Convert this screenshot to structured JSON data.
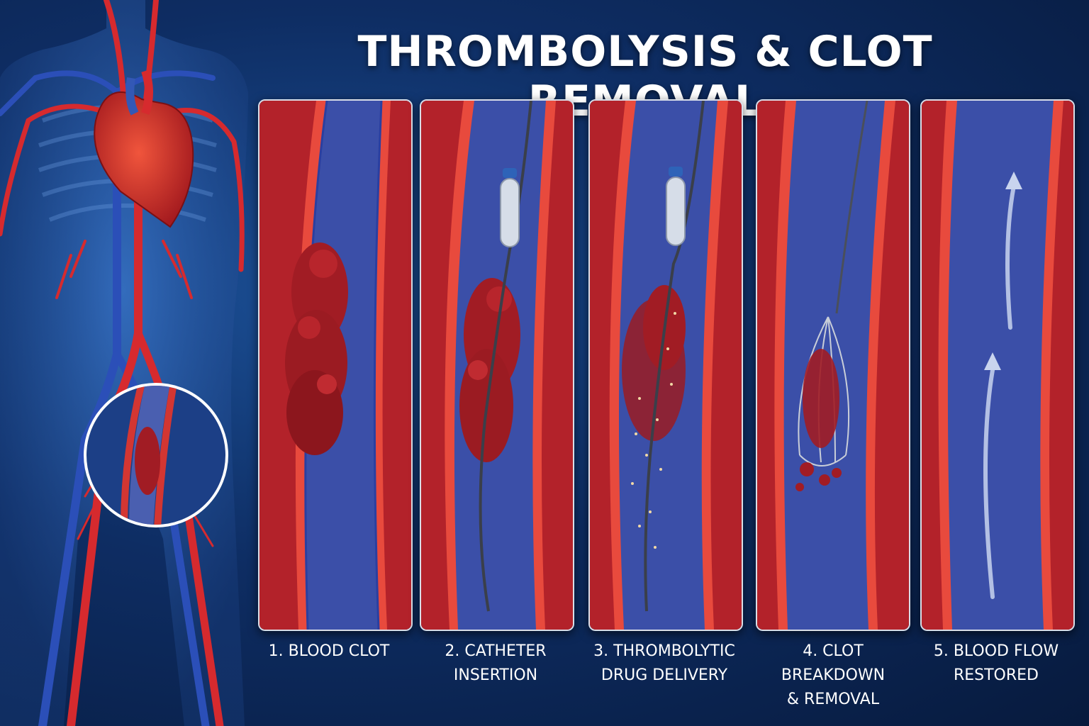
{
  "title": "THROMBOLYSIS & CLOT REMOVAL",
  "steps": [
    {
      "line1": "1. BLOOD CLOT",
      "line2": ""
    },
    {
      "line1": "2. CATHETER",
      "line2": "INSERTION"
    },
    {
      "line1": "3. THROMBOLYTIC",
      "line2": "DRUG DELIVERY"
    },
    {
      "line1": "4. CLOT BREAKDOWN",
      "line2": "& REMOVAL"
    },
    {
      "line1": "5. BLOOD FLOW",
      "line2": "RESTORED"
    }
  ],
  "colors": {
    "background": "#0e2d63",
    "artery": "#c8232c",
    "vein": "#3a4ea8",
    "clot": "#9b1b22",
    "text": "#ffffff"
  }
}
